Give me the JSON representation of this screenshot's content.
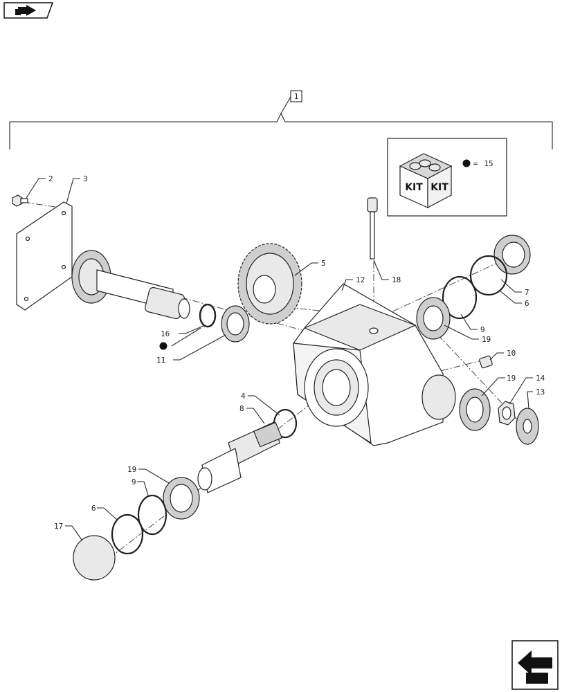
{
  "diagram": {
    "assembly_label": "1",
    "kit": {
      "words": [
        "KIT",
        "KIT"
      ],
      "equals": "=",
      "number": "15"
    },
    "callouts": [
      {
        "id": "c2",
        "text": "2"
      },
      {
        "id": "c3",
        "text": "3"
      },
      {
        "id": "c5",
        "text": "5"
      },
      {
        "id": "c12",
        "text": "12"
      },
      {
        "id": "c18",
        "text": "18"
      },
      {
        "id": "c7",
        "text": "7"
      },
      {
        "id": "c6a",
        "text": "6"
      },
      {
        "id": "c9a",
        "text": "9"
      },
      {
        "id": "c19a",
        "text": "19"
      },
      {
        "id": "c10",
        "text": "10"
      },
      {
        "id": "c19b",
        "text": "19"
      },
      {
        "id": "c14",
        "text": "14"
      },
      {
        "id": "c13",
        "text": "13"
      },
      {
        "id": "c16",
        "text": "16"
      },
      {
        "id": "c11",
        "text": "11"
      },
      {
        "id": "c4",
        "text": "4"
      },
      {
        "id": "c8",
        "text": "8"
      },
      {
        "id": "c19c",
        "text": "19"
      },
      {
        "id": "c9b",
        "text": "9"
      },
      {
        "id": "c6b",
        "text": "6"
      },
      {
        "id": "c17",
        "text": "17"
      }
    ]
  },
  "navigation": {
    "top_icon": "arrow-right-icon",
    "bottom_icon": "arrow-left-icon"
  }
}
